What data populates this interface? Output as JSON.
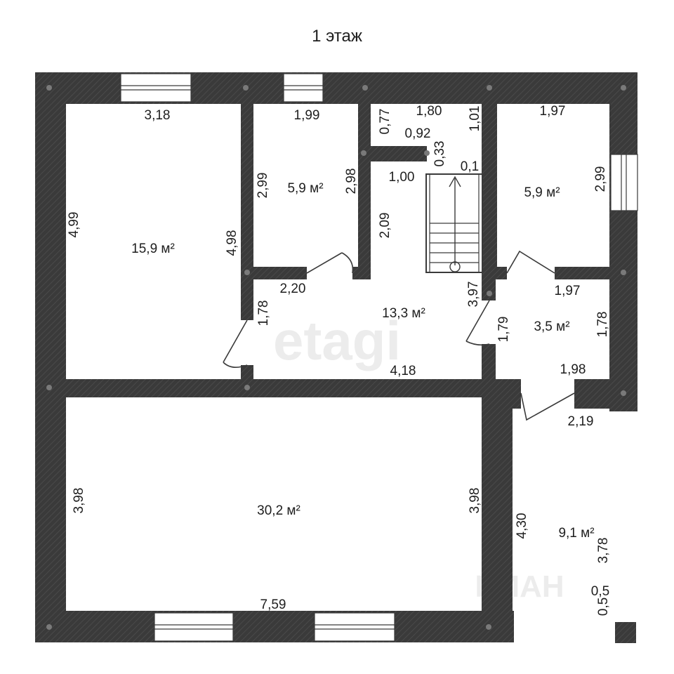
{
  "title": "1 этаж",
  "watermarks": {
    "brand": "etagi",
    "secondary": "ЦИАН"
  },
  "areas": {
    "room_left_top": "15,9 м²",
    "room_small_1": "5,9 м²",
    "room_small_2": "5,9 м²",
    "hall": "13,3 м²",
    "room_right_small": "3,5 м²",
    "room_big": "30,2 м²",
    "room_right_bottom": "9,1 м²"
  },
  "dims": {
    "d318": "3,18",
    "d499": "4,99",
    "d498": "4,98",
    "d199": "1,99",
    "d299a": "2,99",
    "d298": "2,98",
    "d077": "0,77",
    "d180": "1,80",
    "d101": "1,01",
    "d092": "0,92",
    "d033": "0,33",
    "d01": "0,1",
    "d100": "1,00",
    "d209": "2,09",
    "d197a": "1,97",
    "d299b": "2,99",
    "d220": "2,20",
    "d178a": "1,78",
    "d397": "3,97",
    "d197b": "1,97",
    "d179": "1,79",
    "d178b": "1,78",
    "d418": "4,18",
    "d198": "1,98",
    "d219": "2,19",
    "d398a": "3,98",
    "d398b": "3,98",
    "d430": "4,30",
    "d378": "3,78",
    "d05a": "0,5",
    "d05b": "0,5",
    "d759": "7,59"
  },
  "colors": {
    "wall": "#3a3a3a",
    "wall_hatch": "#4a4a4a",
    "background": "#ffffff",
    "text": "#1e1e1e"
  }
}
